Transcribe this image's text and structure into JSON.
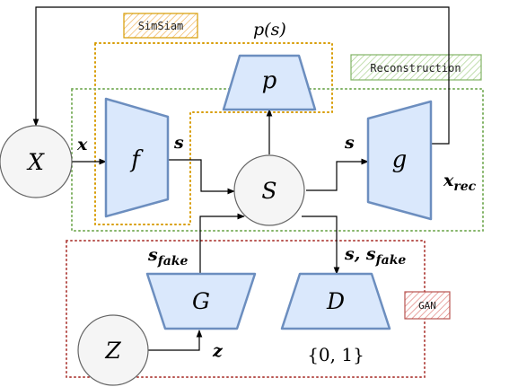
{
  "nodes": {
    "X": "X",
    "S": "S",
    "Z": "Z",
    "f": "f",
    "p": "p",
    "g": "g",
    "G": "G",
    "D": "D"
  },
  "edge_labels": {
    "x": "x",
    "s_f": "s",
    "s_g": "s",
    "x_rec_main": "x",
    "x_rec_sub": "rec",
    "s_fake_main": "s",
    "s_fake_sub": "fake",
    "s_sfake_prefix": "s, s",
    "s_sfake_sub": "fake",
    "z": "z",
    "p_s": "p(s)",
    "d_out": "{0, 1}"
  },
  "groups": {
    "simsiam": "SimSiam",
    "reconstruction": "Reconstruction",
    "gan": "GAN"
  },
  "colors": {
    "block_fill": "#dae8fc",
    "block_stroke": "#6c8ebf",
    "circle_fill": "#f5f5f5",
    "circle_stroke": "#666666",
    "simsiam": "#d79b00",
    "reconstruction": "#82b366",
    "gan": "#b85450"
  }
}
